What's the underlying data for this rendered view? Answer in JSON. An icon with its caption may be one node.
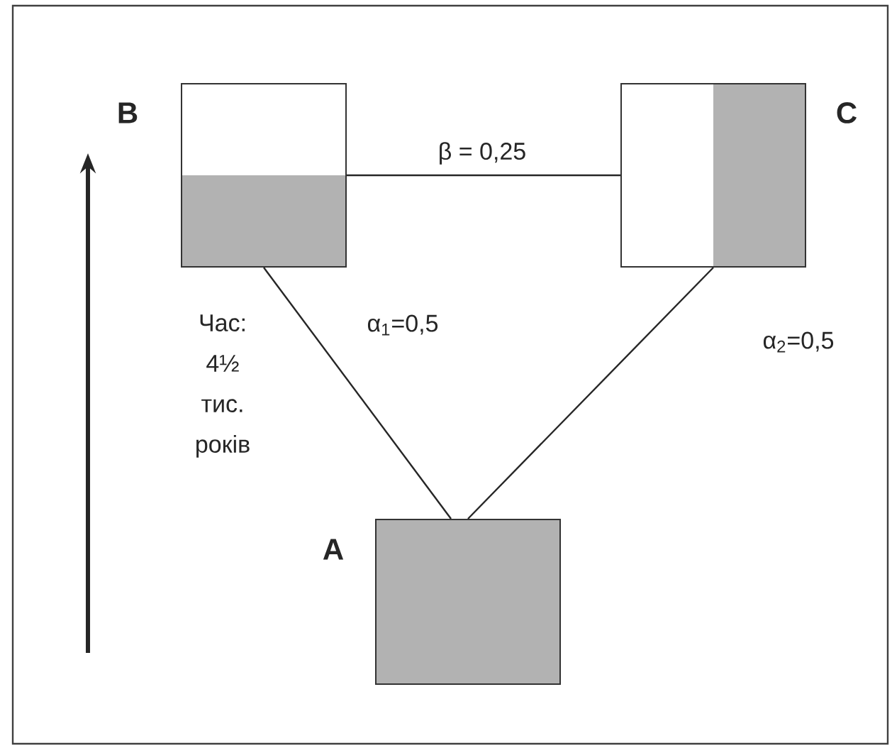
{
  "diagram": {
    "nodes": [
      {
        "text": [
          "A"
        ]
      },
      {
        "text": [
          "B"
        ]
      },
      {
        "text": [
          "C"
        ]
      }
    ],
    "edges": [
      {
        "from": 0,
        "to": 1,
        "arrow": "none",
        "label": "α$_{1}$=0,5"
      },
      {
        "from": 0,
        "to": 2,
        "arrow": "none",
        "label": "α$_{2}$=0,5"
      },
      {
        "from": 1,
        "to": 2,
        "arrow": "none",
        "label": "β = 0,25"
      }
    ],
    "labels": [
      "Час: 4½ тис. років"
    ]
  }
}
